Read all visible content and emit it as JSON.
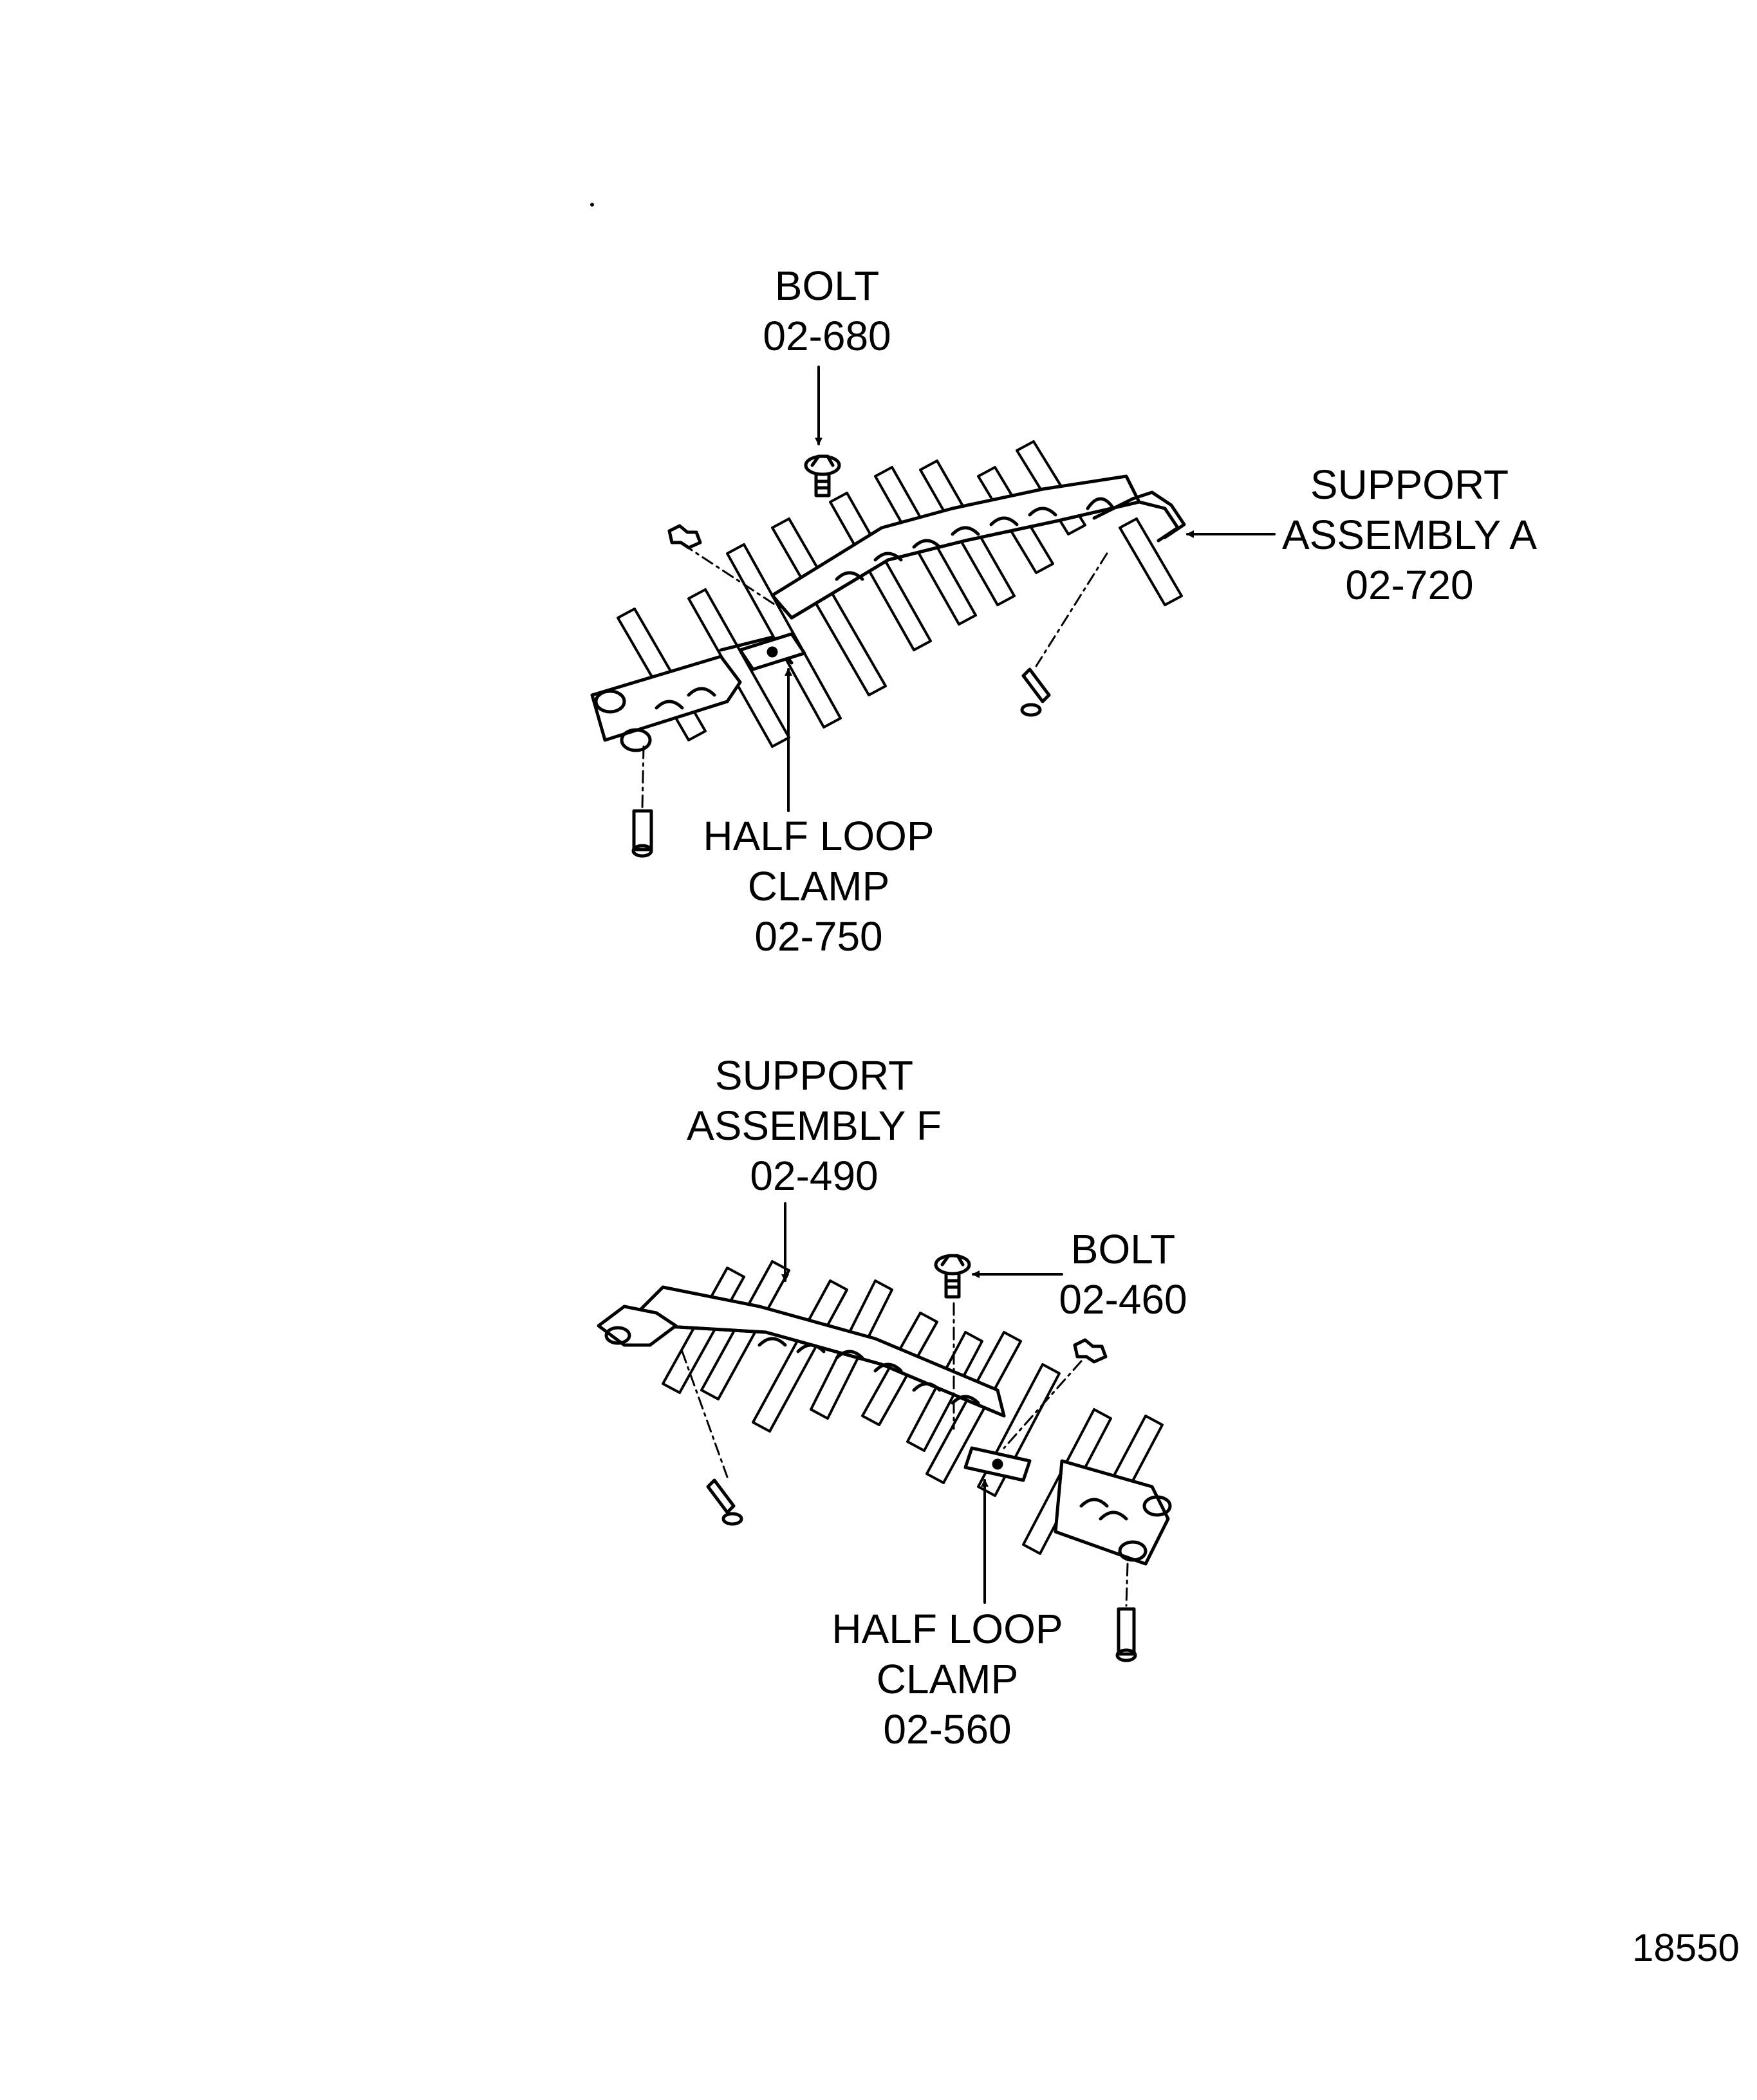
{
  "callouts": {
    "top_bolt": {
      "name": "BOLT",
      "part": "02-680"
    },
    "support_a": {
      "line1": "SUPPORT",
      "line2": "ASSEMBLY A",
      "part": "02-720"
    },
    "top_clamp": {
      "line1": "HALF LOOP",
      "line2": "CLAMP",
      "part": "02-750"
    },
    "support_f": {
      "line1": "SUPPORT",
      "line2": "ASSEMBLY F",
      "part": "02-490"
    },
    "bottom_bolt": {
      "name": "BOLT",
      "part": "02-460"
    },
    "bottom_clamp": {
      "line1": "HALF LOOP",
      "line2": "CLAMP",
      "part": "02-560"
    }
  },
  "figure_number": "18550",
  "ink_color": "#000000"
}
